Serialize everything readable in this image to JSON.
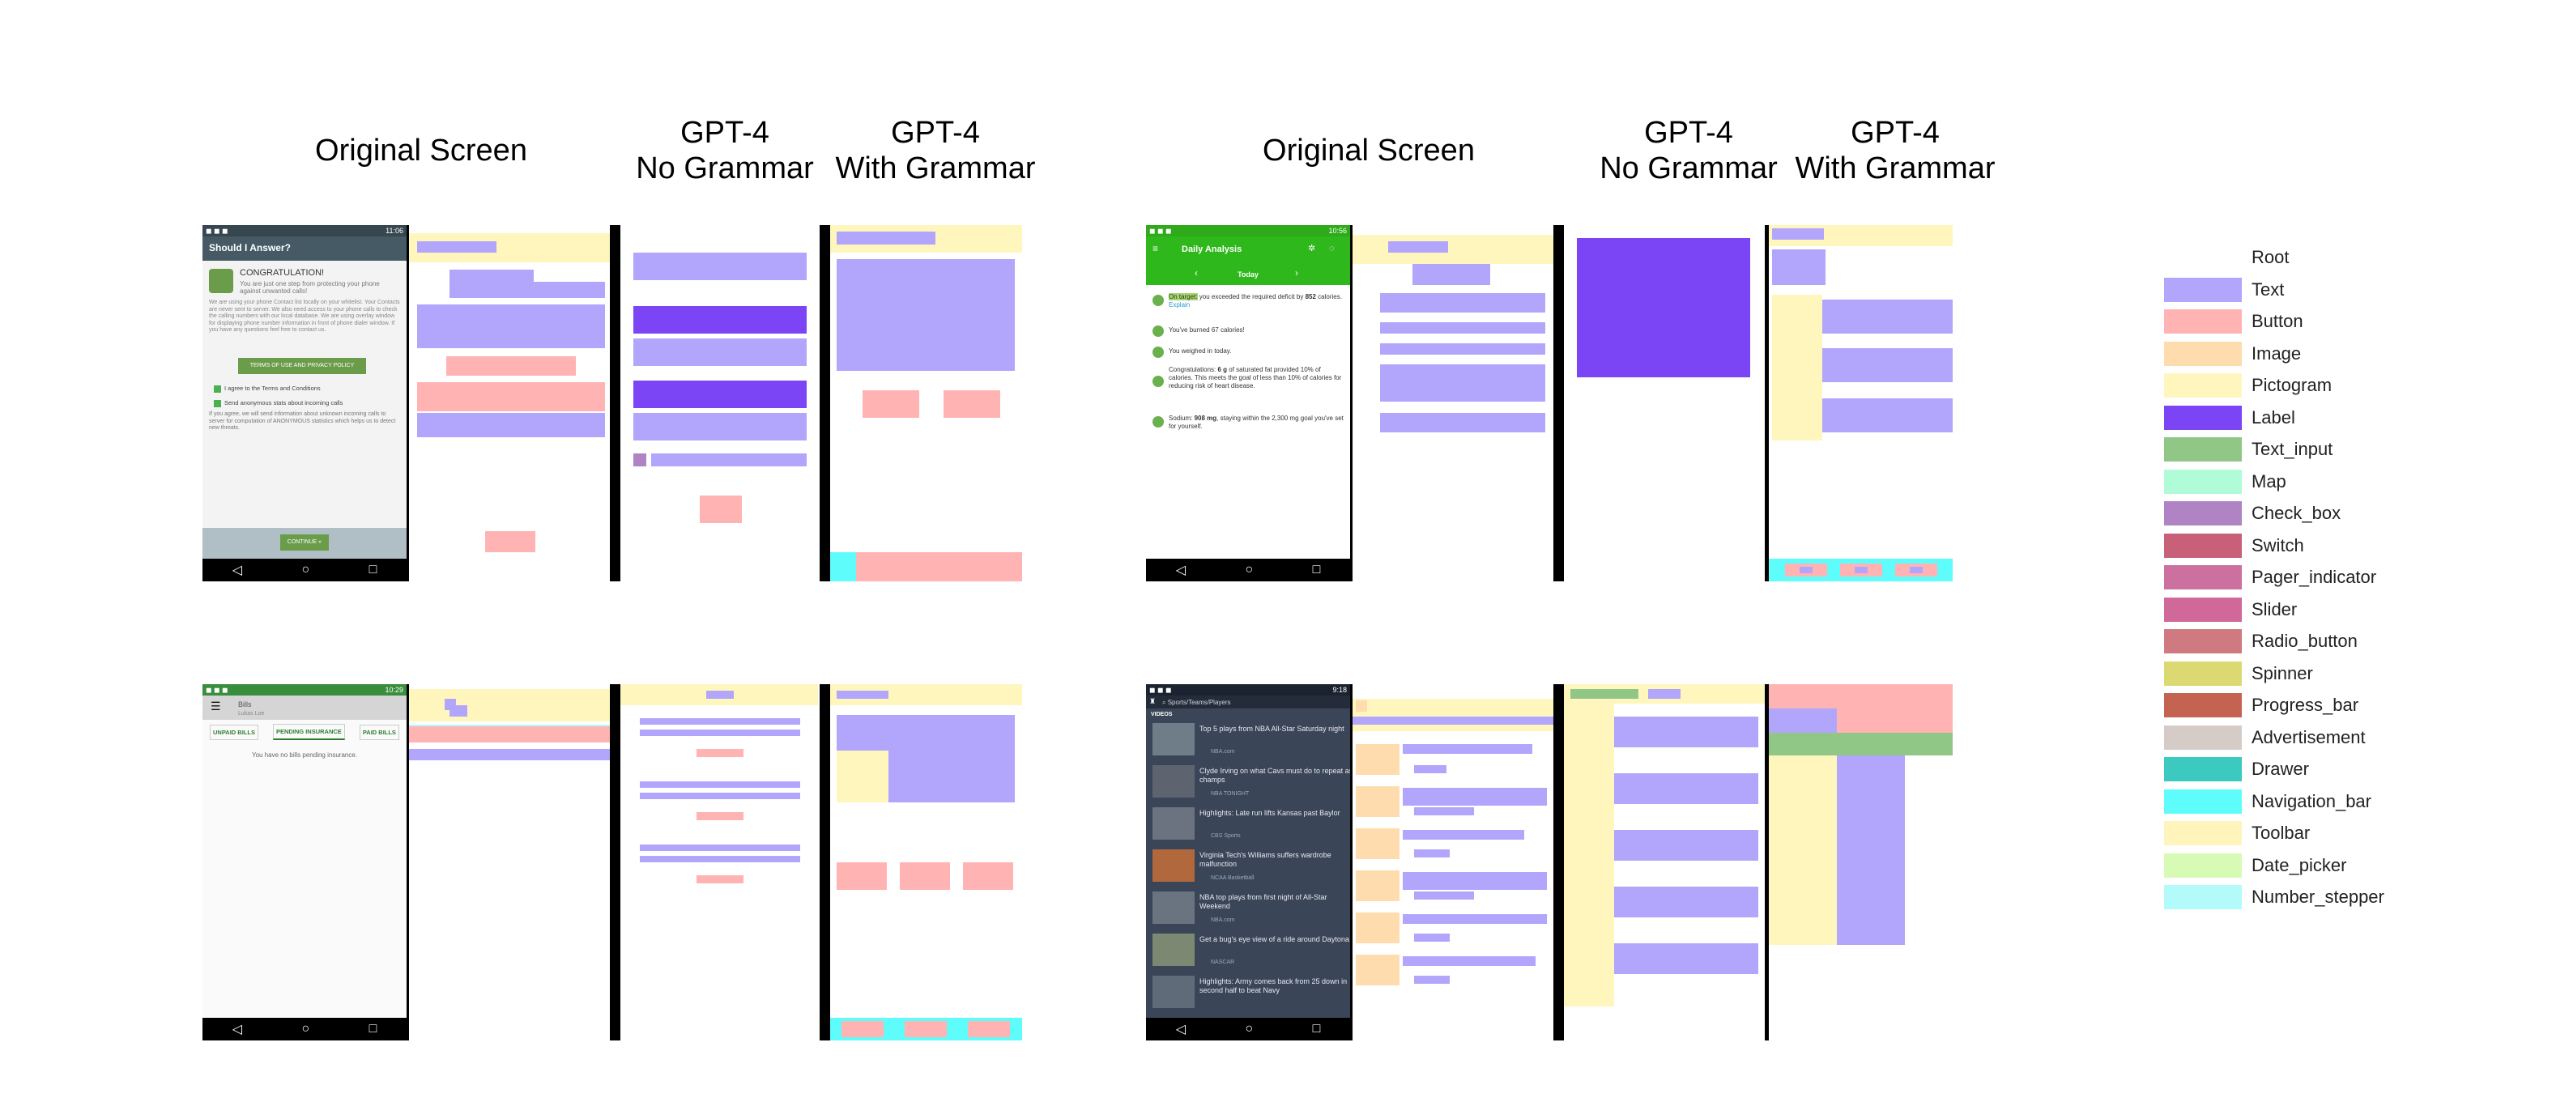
{
  "headers": {
    "left_original": "Original Screen",
    "left_no_grammar": [
      "GPT-4",
      "No Grammar"
    ],
    "left_with_grammar": [
      "GPT-4",
      "With Grammar"
    ],
    "right_original": "Original Screen",
    "right_no_grammar": [
      "GPT-4",
      "No Grammar"
    ],
    "right_with_grammar": [
      "GPT-4",
      "With Grammar"
    ]
  },
  "legend": [
    {
      "label": "Root",
      "color": "#ffffff"
    },
    {
      "label": "Text",
      "color": "#b1a6fc"
    },
    {
      "label": "Button",
      "color": "#ffb3b3"
    },
    {
      "label": "Image",
      "color": "#ffdcae"
    },
    {
      "label": "Pictogram",
      "color": "#fff6bd"
    },
    {
      "label": "Label",
      "color": "#7b45f5"
    },
    {
      "label": "Text_input",
      "color": "#91c786"
    },
    {
      "label": "Map",
      "color": "#b0fbd8"
    },
    {
      "label": "Check_box",
      "color": "#b084c4"
    },
    {
      "label": "Switch",
      "color": "#c9607a"
    },
    {
      "label": "Pager_indicator",
      "color": "#cc70a0"
    },
    {
      "label": "Slider",
      "color": "#d0689a"
    },
    {
      "label": "Radio_button",
      "color": "#cf7a80"
    },
    {
      "label": "Spinner",
      "color": "#dcd972"
    },
    {
      "label": "Progress_bar",
      "color": "#c46351"
    },
    {
      "label": "Advertisement",
      "color": "#d5ccc7"
    },
    {
      "label": "Drawer",
      "color": "#3cc9c0"
    },
    {
      "label": "Navigation_bar",
      "color": "#5ffcfc"
    },
    {
      "label": "Toolbar",
      "color": "#fff5bc"
    },
    {
      "label": "Date_picker",
      "color": "#d7fbb4"
    },
    {
      "label": "Number_stepper",
      "color": "#b3fbfb"
    }
  ],
  "screen1": {
    "status_right": "11:06",
    "title": "Should I Answer?",
    "heading": "CONGRATULATION!",
    "intro": "You are just one step from protecting your phone against unwanted calls!",
    "body": "We are using your phone Contact list locally on your whitelist. Your Contacts are never sent to server. We also need access to your phone calls to check the calling numbers with our local database. We are using overlay window for displaying phone number information in front of phone dialer window. If you have any questions feel free to contact us.",
    "terms_button": "TERMS OF USE AND PRIVACY POLICY",
    "check1": "I agree to the Terms and Conditions",
    "check2": "Send anonymous stats about incoming calls",
    "footnote": "If you agree, we will send information about unknown incoming calls to server for computation of ANONYMOUS statistics which helps us to detect new threats.",
    "continue_button": "CONTINUE »"
  },
  "screen2": {
    "status_right": "10:56",
    "title": "Daily Analysis",
    "date": "Today",
    "items": [
      {
        "highlight": "On target:",
        "text": " you exceeded the required deficit by ",
        "bold": "852",
        "tail": " calories. ",
        "link": "Explain"
      },
      {
        "text": "You've burned 67 calories!"
      },
      {
        "text": "You weighed in today."
      },
      {
        "text": "Congratulations: ",
        "bold": "6 g",
        "tail": " of saturated fat provided 10% of calories. This meets the goal of less than 10% of calories for reducing risk of heart disease."
      },
      {
        "text": "Sodium: ",
        "bold": "908 mg",
        "tail": ", staying within the 2,300 mg goal you've set for yourself."
      }
    ]
  },
  "screen3": {
    "status_right": "10:29",
    "title": "Bills",
    "subtitle": "Lukas Loe",
    "tabs": [
      "UNPAID BILLS",
      "PENDING INSURANCE",
      "PAID BILLS"
    ],
    "empty": "You have no bills pending insurance."
  },
  "screen4": {
    "status_right": "9:18",
    "search": "Sports/Teams/Players",
    "section": "VIDEOS",
    "videos": [
      {
        "title": "Top 5 plays from NBA All-Star Saturday night",
        "meta": "NBA.com"
      },
      {
        "title": "Clyde Irving on what Cavs must do to repeat as champs",
        "meta": "NBA TONIGHT"
      },
      {
        "title": "Highlights: Late run lifts Kansas past Baylor",
        "meta": "CBS Sports"
      },
      {
        "title": "Virginia Tech's Williams suffers wardrobe malfunction",
        "meta": "NCAA Basketball"
      },
      {
        "title": "NBA top plays from first night of All-Star Weekend",
        "meta": "NBA.com"
      },
      {
        "title": "Get a bug's eye view of a ride around Daytona",
        "meta": "NASCAR"
      },
      {
        "title": "Highlights: Army comes back from 25 down in second half to beat Navy",
        "meta": ""
      }
    ]
  }
}
